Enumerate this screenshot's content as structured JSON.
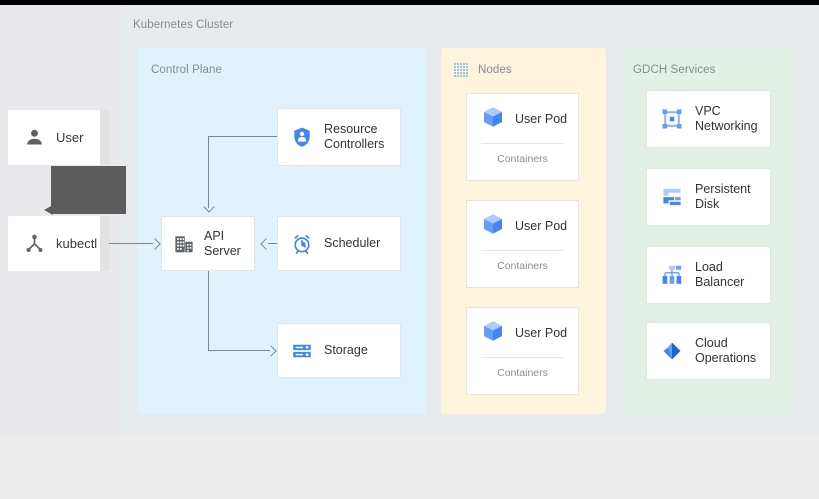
{
  "diagram": {
    "title": "Kubernetes Cluster",
    "panels": {
      "control_plane": {
        "title": "Control Plane",
        "color": "#e0f2fd"
      },
      "nodes": {
        "title": "Nodes",
        "color": "#fdf4dc",
        "icon": "dot-grid-icon"
      },
      "gdch": {
        "title": "GDCH Services",
        "color": "#e2f0e6"
      }
    }
  },
  "actors": [
    {
      "label": "User",
      "icon": "person-icon"
    },
    {
      "label": "kubectl",
      "icon": "kubectl-node-icon"
    }
  ],
  "control_plane_nodes": [
    {
      "label": "Resource\nControllers",
      "icon": "shield-person-icon"
    },
    {
      "label": "API\nServer",
      "icon": "building-grid-icon"
    },
    {
      "label": "Scheduler",
      "icon": "alarm-clock-icon"
    },
    {
      "label": "Storage",
      "icon": "server-rack-icon"
    }
  ],
  "pods": [
    {
      "label": "User Pod",
      "sub": "Containers",
      "icon": "cube-icon"
    },
    {
      "label": "User Pod",
      "sub": "Containers",
      "icon": "cube-icon"
    },
    {
      "label": "User Pod",
      "sub": "Containers",
      "icon": "cube-icon"
    }
  ],
  "services": [
    {
      "label": "VPC\nNetworking",
      "icon": "vpc-network-icon"
    },
    {
      "label": "Persistent\nDisk",
      "icon": "persistent-disk-icon"
    },
    {
      "label": "Load\nBalancer",
      "icon": "load-balancer-icon"
    },
    {
      "label": "Cloud\nOperations",
      "icon": "cloud-operations-icon"
    }
  ],
  "colors": {
    "accent_blue": "#4285f4",
    "accent_blue_light": "#8ab4f8",
    "icon_gray": "#5f6368",
    "line_gray": "#7e868c",
    "text": "#31333a",
    "muted_text": "#868b90"
  }
}
